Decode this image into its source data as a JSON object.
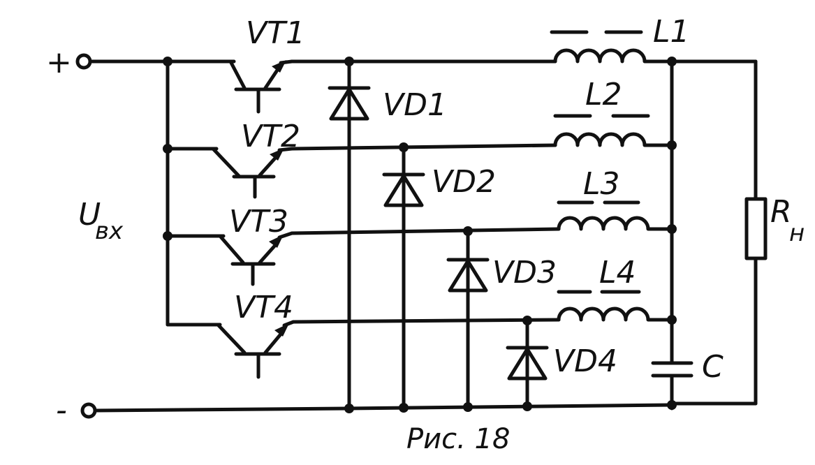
{
  "terminals": {
    "plus": "+",
    "minus": "-"
  },
  "input_voltage": {
    "main": "U",
    "sub": "вх"
  },
  "transistors": [
    "VT1",
    "VT2",
    "VT3",
    "VT4"
  ],
  "diodes": [
    "VD1",
    "VD2",
    "VD3",
    "VD4"
  ],
  "inductors": [
    "L1",
    "L2",
    "L3",
    "L4"
  ],
  "capacitor": "C",
  "resistor": {
    "main": "R",
    "sub": "н"
  },
  "caption": "Рис. 18"
}
